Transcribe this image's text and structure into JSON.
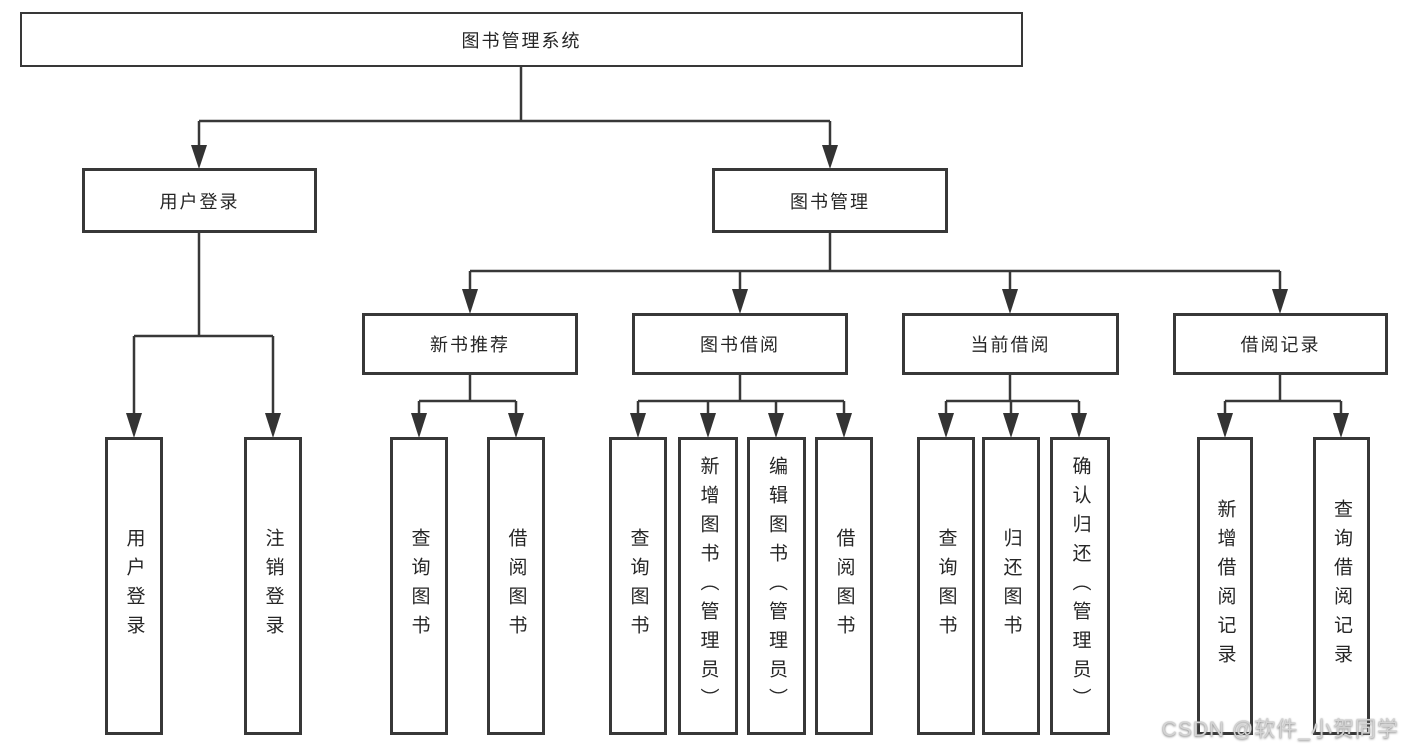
{
  "tree": {
    "label": "图书管理系统",
    "children": [
      {
        "label": "用户登录",
        "children": [
          {
            "label": "用户登录"
          },
          {
            "label": "注销登录"
          }
        ]
      },
      {
        "label": "图书管理",
        "children": [
          {
            "label": "新书推荐",
            "children": [
              {
                "label": "查询图书"
              },
              {
                "label": "借阅图书"
              }
            ]
          },
          {
            "label": "图书借阅",
            "children": [
              {
                "label": "查询图书"
              },
              {
                "label": "新增图书（管理员）"
              },
              {
                "label": "编辑图书（管理员）"
              },
              {
                "label": "借阅图书"
              }
            ]
          },
          {
            "label": "当前借阅",
            "children": [
              {
                "label": "查询图书"
              },
              {
                "label": "归还图书"
              },
              {
                "label": "确认归还（管理员）"
              }
            ]
          },
          {
            "label": "借阅记录",
            "children": [
              {
                "label": "新增借阅记录"
              },
              {
                "label": "查询借阅记录"
              }
            ]
          }
        ]
      }
    ]
  },
  "watermark": {
    "text": "CSDN @软件_小贺同学"
  },
  "colors": {
    "line": "#383838",
    "box_border": "#383838",
    "text": "#262626",
    "background": "#ffffff",
    "watermark": "#d3d3d3"
  }
}
